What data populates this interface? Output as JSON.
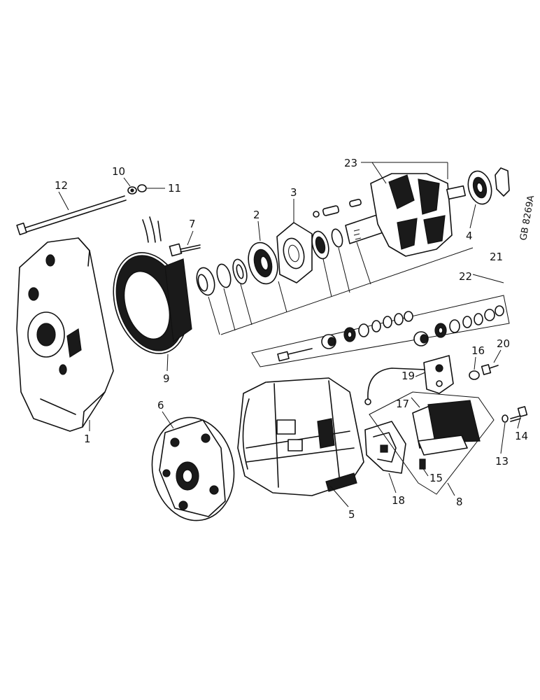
{
  "drawing_code": "GB 8269A",
  "callouts": [
    "1",
    "2",
    "3",
    "4",
    "5",
    "6",
    "7",
    "8",
    "9",
    "10",
    "11",
    "12",
    "13",
    "14",
    "15",
    "16",
    "17",
    "18",
    "19",
    "20",
    "21",
    "22",
    "23"
  ]
}
